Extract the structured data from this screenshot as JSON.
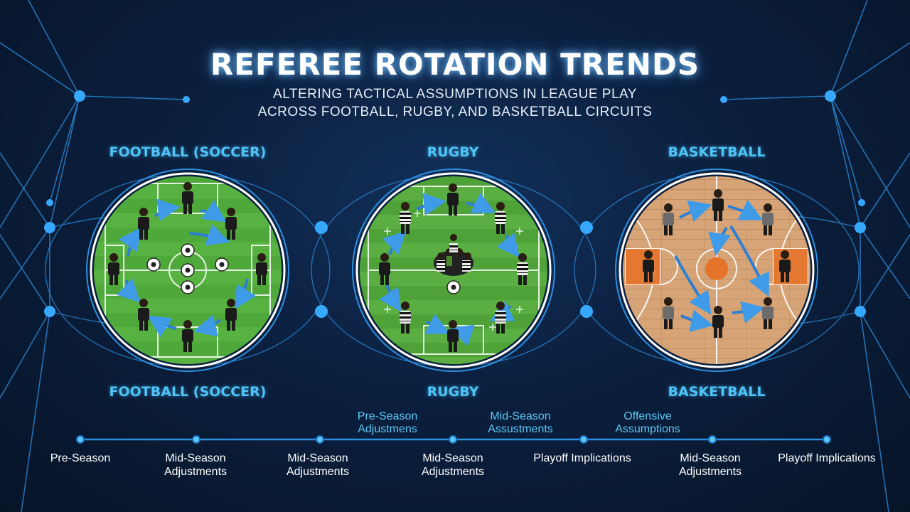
{
  "title": "REFEREE ROTATION TRENDS",
  "subtitle_line1": "ALTERING TACTICAL ASSUMPTIONS IN LEAGUE PLAY",
  "subtitle_line2": "ACROSS FOOTBALL, RUGBY, AND BASKETBALL CIRCUITS",
  "sports_top": [
    "FOOTBALL (SOCCER)",
    "RUGBY",
    "BASKETBALL"
  ],
  "sports_bottom": [
    "FOOTBALL (SOCCER)",
    "RUGBY",
    "BASKETBALL"
  ],
  "timeline_above": [
    "Pre-Season Adjustmens",
    "Mid-Season Assustments",
    "Offensive Assumptions"
  ],
  "timeline": [
    "Pre-Season",
    "Mid-Season Adjustments",
    "Mid-Season Adjustments",
    "Mid-Season Adjustments",
    "Playoff Implications",
    "Mid-Season Adjustments",
    "Playoff Implications"
  ],
  "colors": {
    "accent": "#4fc3f7",
    "node": "#36a9ff",
    "pitch": "#4fa83a",
    "court": "#d9a877",
    "paint": "#e6732a",
    "ref_kit": "#1a1a1a",
    "rugby_kit": "stripes",
    "arrow": "#2e7fd4"
  },
  "icons": [
    "soccer-ball-icon",
    "rugby-scrum-icon",
    "basketball-court-icon",
    "referee-icon",
    "rotation-arrow-icon"
  ]
}
